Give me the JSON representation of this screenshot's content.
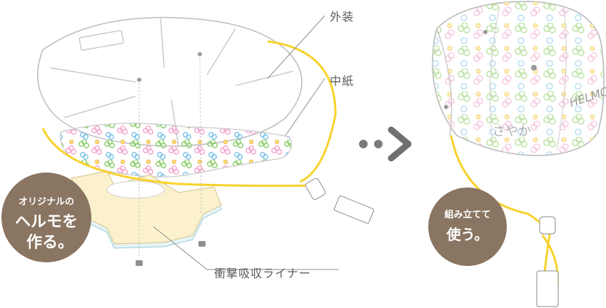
{
  "labels": {
    "exterior": "外装",
    "middle_paper": "中紙",
    "liner": "衝撃吸収ライナー"
  },
  "badges": {
    "left": {
      "line1": "オリジナルの",
      "line2": "ヘルモを",
      "line3": "作る。"
    },
    "right": {
      "line1": "組み立てて",
      "line2": "使う。"
    }
  },
  "brand_text": "HELMO",
  "name_text": "さやか",
  "colors": {
    "badge_fill": "#8a7562",
    "strap": "#f7d22b",
    "arrow": "#777777",
    "liner_yellow": "#fbf2cd",
    "liner_blue": "#bfe6ef"
  },
  "icons": {
    "arrow": "arrow-right-icon"
  }
}
